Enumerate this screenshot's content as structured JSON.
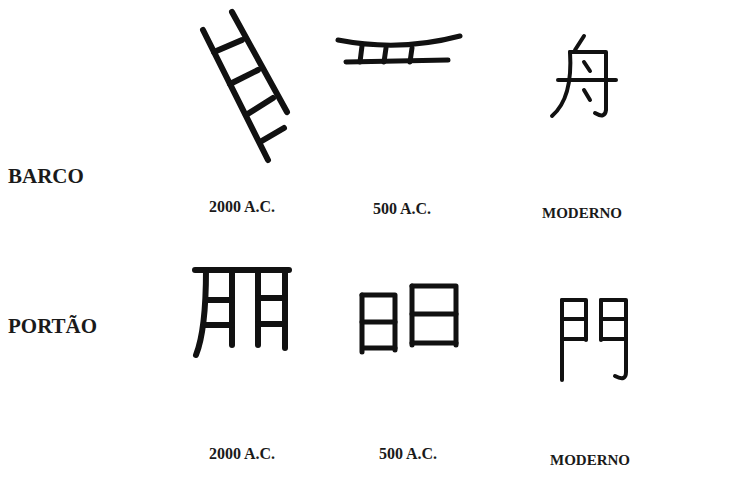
{
  "diagram": {
    "labels": [
      "BARCO",
      "2000 A.C.",
      "500 A.C.",
      "MODERNO",
      "PORTÃO",
      "2000 A.C.",
      "500 A.C.",
      "MODERNO"
    ]
  }
}
